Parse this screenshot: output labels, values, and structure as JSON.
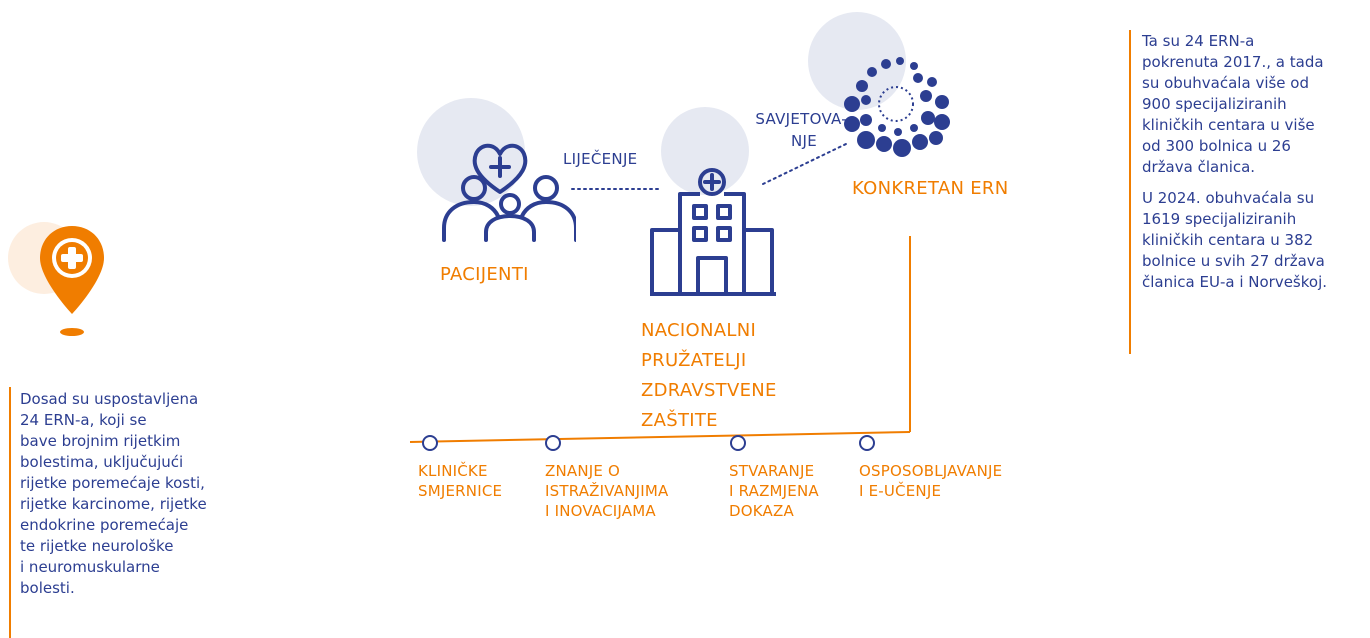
{
  "left_note": {
    "text": "Dosad su uspostavljena 24 ERN-a, koji se bave brojnim rijetkim bolestima, uključujući rijetke poremećaje kosti, rijetke karcinome, rijetke endokrine poremećaje te rijetke neurološke i neuromuskularne bolesti.",
    "lines": [
      "Dosad su uspostavljena",
      "24 ERN-a, koji se",
      "bave brojnim rijetkim",
      "bolestima, uključujući",
      "rijetke poremećaje kosti,",
      "rijetke karcinome, rijetke",
      "endokrine poremećaje",
      "te rijetke neurološke",
      "i neuromuskularne",
      "bolesti."
    ]
  },
  "right_note": {
    "p1_lines": [
      "Ta su 24 ERN-a",
      "pokrenuta 2017., a tada",
      "su obuhvaćala više od",
      "900 specijaliziranih",
      "kliničkih centara u više",
      "od 300 bolnica u 26",
      "država članica."
    ],
    "p2_lines": [
      "U 2024. obuhvaćala su",
      "1619 specijaliziranih",
      "kliničkih centara u 382",
      "bolnice u svih 27 država",
      "članica EU-a i Norveškoj."
    ]
  },
  "nodes": {
    "patients": "PACIJENTI",
    "providers_lines": [
      "NACIONALNI",
      "PRUŽATELJI",
      "ZDRAVSTVENE",
      "ZAŠTITE"
    ],
    "ern": "KONKRETAN ERN"
  },
  "links": {
    "treatment": "LIJEČENJE",
    "consult_lines": [
      "SAVJETOVA-",
      "NJE"
    ]
  },
  "stages": [
    {
      "lines": [
        "KLINIČKE",
        "SMJERNICE"
      ]
    },
    {
      "lines": [
        "ZNANJE O",
        "ISTRAŽIVANJIMA",
        "I INOVACIJAMA"
      ]
    },
    {
      "lines": [
        "STVARANJE",
        "I RAZMJENA",
        "DOKAZA"
      ]
    },
    {
      "lines": [
        "OSPOSOBLJAVANJE",
        "I E-UČENJE"
      ]
    }
  ],
  "icons": {
    "location": "location-pin-plus-icon",
    "patients": "patients-group-heart-icon",
    "hospital": "hospital-building-icon",
    "ern": "ern-dots-network-icon"
  },
  "colors": {
    "accent": "#f07d00",
    "primary": "#2c3e91",
    "bubble": "#e6e9f2"
  }
}
